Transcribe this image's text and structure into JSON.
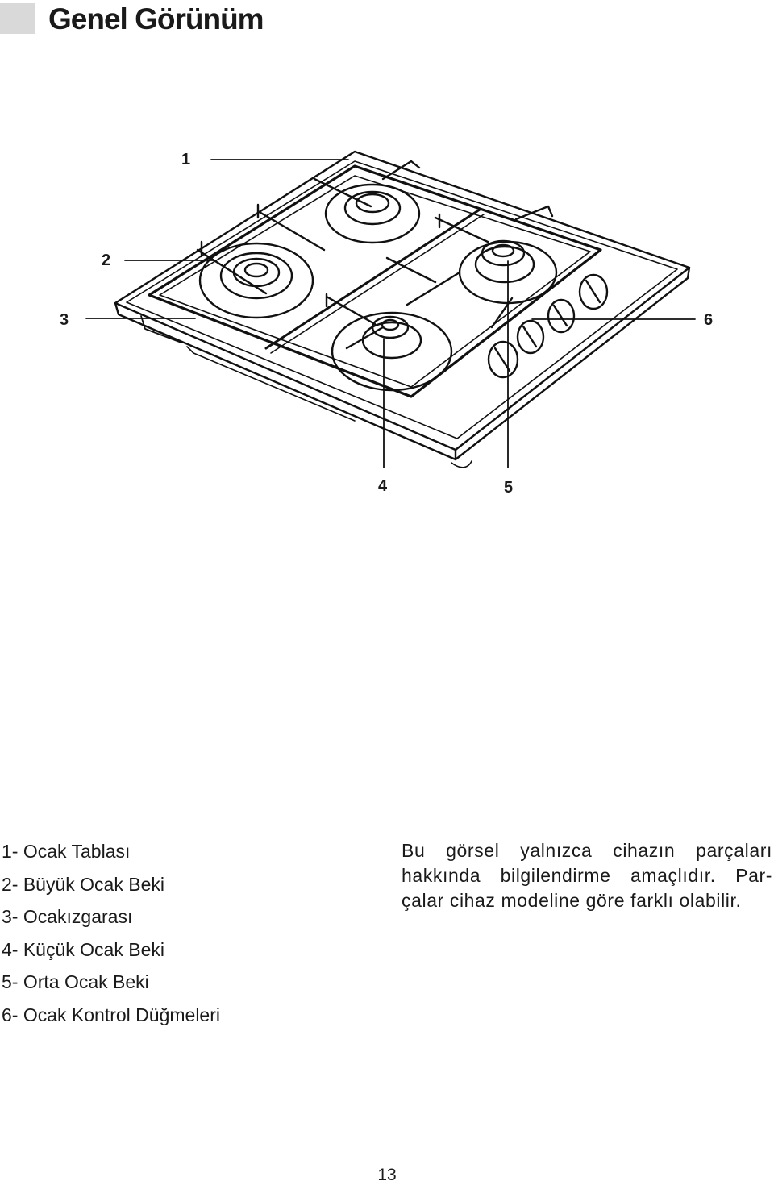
{
  "header": {
    "title": "Genel Görünüm"
  },
  "figure": {
    "callouts": [
      "1",
      "2",
      "3",
      "4",
      "5",
      "6"
    ]
  },
  "legend": {
    "items": [
      "1- Ocak Tablası",
      "2- Büyük Ocak Beki",
      "3- Ocakızgarası",
      "4- Küçük Ocak Beki",
      "5- Orta Ocak Beki",
      "6- Ocak Kontrol Düğmeleri"
    ]
  },
  "note": {
    "lines": [
      "Bu görsel yalnızca cihazın parçaları",
      "hakkında bilgilendirme amaçlıdır. Par-",
      "çalar cihaz modeline göre farklı olabilir."
    ]
  },
  "footer": {
    "page_number": "13"
  }
}
